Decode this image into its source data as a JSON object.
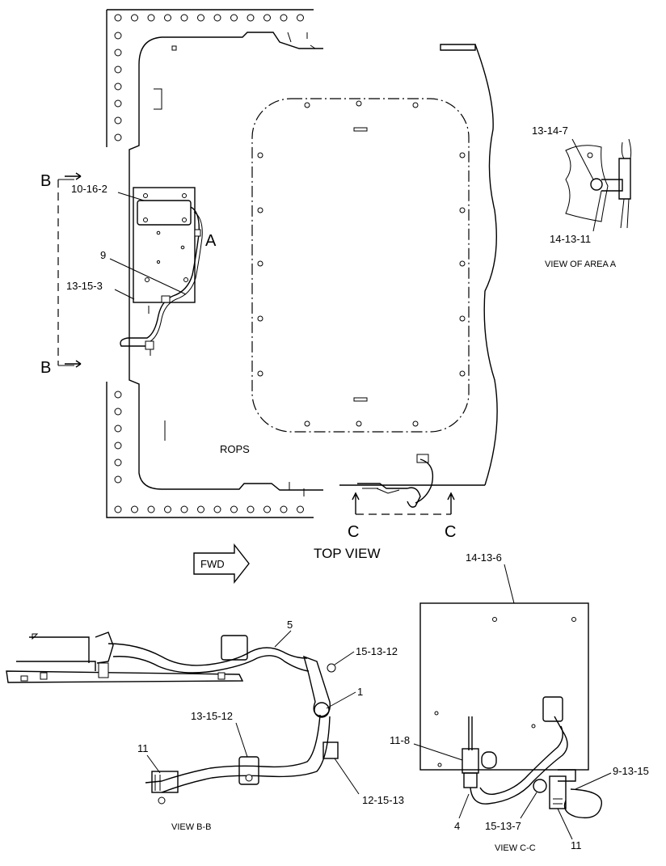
{
  "views": {
    "top_view": {
      "title": "TOP VIEW",
      "rops_label": "ROPS",
      "fwd_label": "FWD",
      "section_b": "B",
      "section_c": "C",
      "area_a": "A",
      "callouts": [
        "10-16-2",
        "9",
        "13-15-3"
      ]
    },
    "view_area_a": {
      "title": "VIEW OF AREA  A",
      "callouts": [
        "13-14-7",
        "14-13-11"
      ]
    },
    "view_b_b": {
      "title": "VIEW B-B",
      "callouts": [
        "5",
        "15-13-12",
        "1",
        "13-15-12",
        "11",
        "12-15-13"
      ]
    },
    "view_c_c": {
      "title": "VIEW C-C",
      "callouts": [
        "14-13-6",
        "11-8",
        "9-13-15",
        "4",
        "15-13-7",
        "11"
      ]
    }
  }
}
